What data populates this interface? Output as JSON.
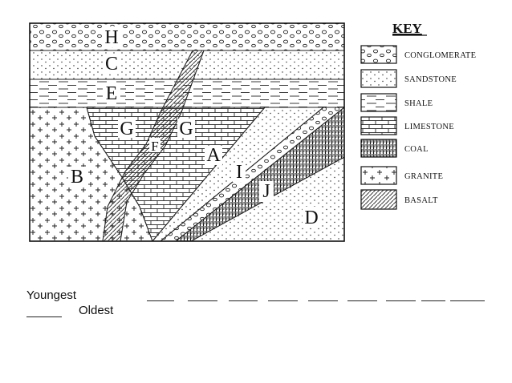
{
  "cross_section": {
    "layer_letters": {
      "H": "H",
      "C": "C",
      "E": "E",
      "G_left": "G",
      "G_right": "G",
      "F": "F",
      "A": "A",
      "B": "B",
      "I": "I",
      "J": "J",
      "D": "D"
    }
  },
  "key": {
    "title": "KEY",
    "items": [
      {
        "label": "CONGLOMERATE",
        "pattern": "conglomerate-icon"
      },
      {
        "label": "SANDSTONE",
        "pattern": "sandstone-icon"
      },
      {
        "label": "SHALE",
        "pattern": "shale-icon"
      },
      {
        "label": "LIMESTONE",
        "pattern": "limestone-icon"
      },
      {
        "label": "COAL",
        "pattern": "coal-icon"
      },
      {
        "label": "GRANITE",
        "pattern": "granite-icon"
      },
      {
        "label": "BASALT",
        "pattern": "basalt-icon"
      }
    ]
  },
  "sequence": {
    "youngest_label": "Youngest",
    "oldest_label": "Oldest",
    "blank_count": 10
  },
  "colors": {
    "ink": "#111111",
    "background": "#ffffff"
  }
}
